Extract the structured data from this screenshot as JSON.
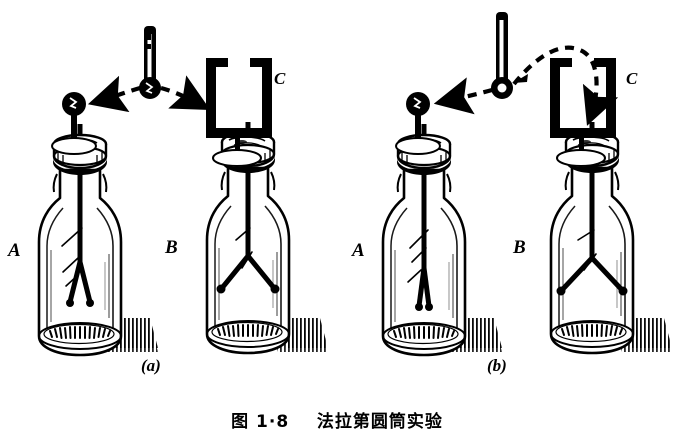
{
  "figure": {
    "caption": "图 1·8    法拉第圆筒实验",
    "caption_number": "图 1·8",
    "caption_title": "法拉第圆筒实验",
    "subject": "Faraday cylinder (ice-pail) experiment",
    "style": "black-and-white line engraving",
    "background_color": "#ffffff",
    "ink_color": "#000000"
  },
  "panels": [
    {
      "id": "a",
      "label": "(a)",
      "description": "Charged ball on insulating rod held above; charge transferred by touching outside of cylinder C",
      "electroscopes": [
        {
          "label": "A",
          "leaf_state": "slightly diverged"
        },
        {
          "label": "B",
          "leaf_state": "widely diverged"
        }
      ],
      "cylinder": {
        "label": "C",
        "open_top": true,
        "contact": "outside wall"
      },
      "sphere": {
        "label": "",
        "charged": true
      },
      "arc": {
        "style": "dashed",
        "arrow_ends": "both",
        "path": "over the top from sphere to outer wall of C"
      }
    },
    {
      "id": "b",
      "label": "(b)",
      "description": "Charged ball lowered inside cylinder C; electroscope A is discharged, B diverges widely",
      "electroscopes": [
        {
          "label": "A",
          "leaf_state": "closed / nearly closed"
        },
        {
          "label": "B",
          "leaf_state": "widely diverged"
        }
      ],
      "cylinder": {
        "label": "C",
        "open_top": true,
        "contact": "inside cavity"
      },
      "sphere": {
        "label": "",
        "charged": true
      },
      "arc": {
        "style": "dashed",
        "arrow_ends": "both",
        "path": "over the rim and down into the interior of C"
      }
    }
  ],
  "labels": {
    "A_a": "A",
    "B_a": "B",
    "C_a": "C",
    "A_b": "A",
    "B_b": "B",
    "C_b": "C",
    "sub_a": "(a)",
    "sub_b": "(b)"
  }
}
